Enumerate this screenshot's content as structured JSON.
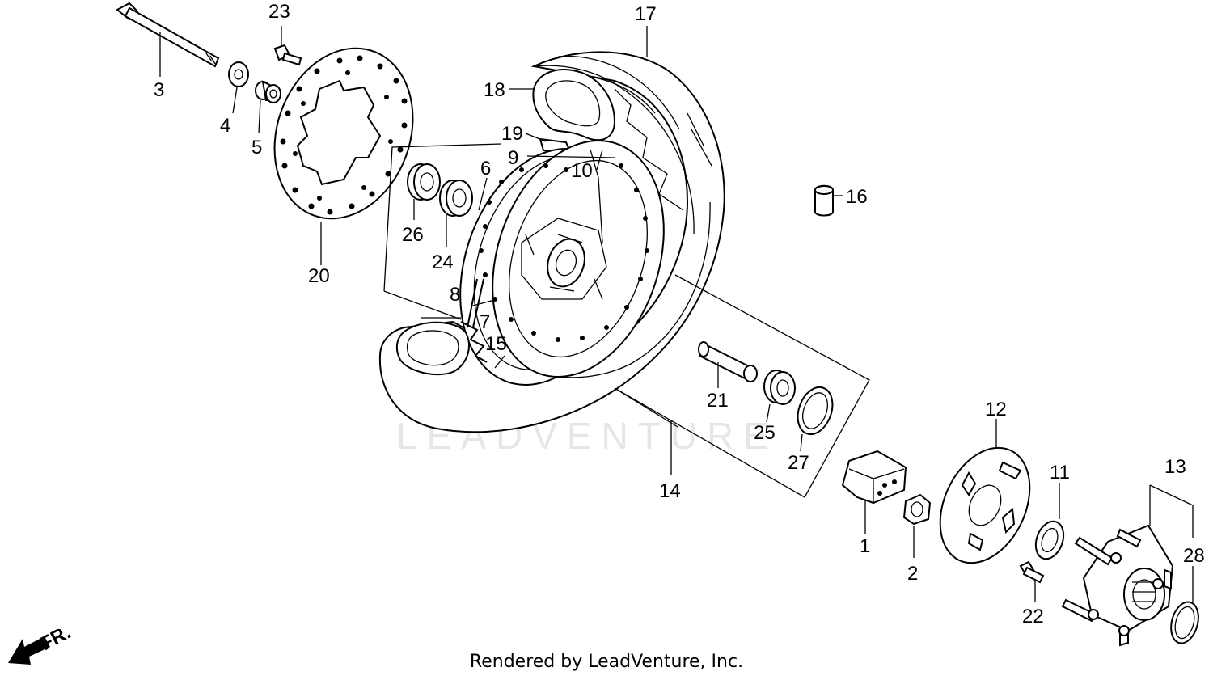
{
  "watermark": "LEADVENTURE",
  "direction_label": "FR.",
  "footer": "Rendered by LeadVenture, Inc.",
  "labels": {
    "l1": "1",
    "l2": "2",
    "l3": "3",
    "l4": "4",
    "l5": "5",
    "l6": "6",
    "l7": "7",
    "l8": "8",
    "l9": "9",
    "l10": "10",
    "l11": "11",
    "l12": "12",
    "l13": "13",
    "l14": "14",
    "l15": "15",
    "l16": "16",
    "l17": "17",
    "l18": "18",
    "l19": "19",
    "l20": "20",
    "l21": "21",
    "l22": "22",
    "l23": "23",
    "l24": "24",
    "l25": "25",
    "l26": "26",
    "l27": "27",
    "l28": "28"
  }
}
